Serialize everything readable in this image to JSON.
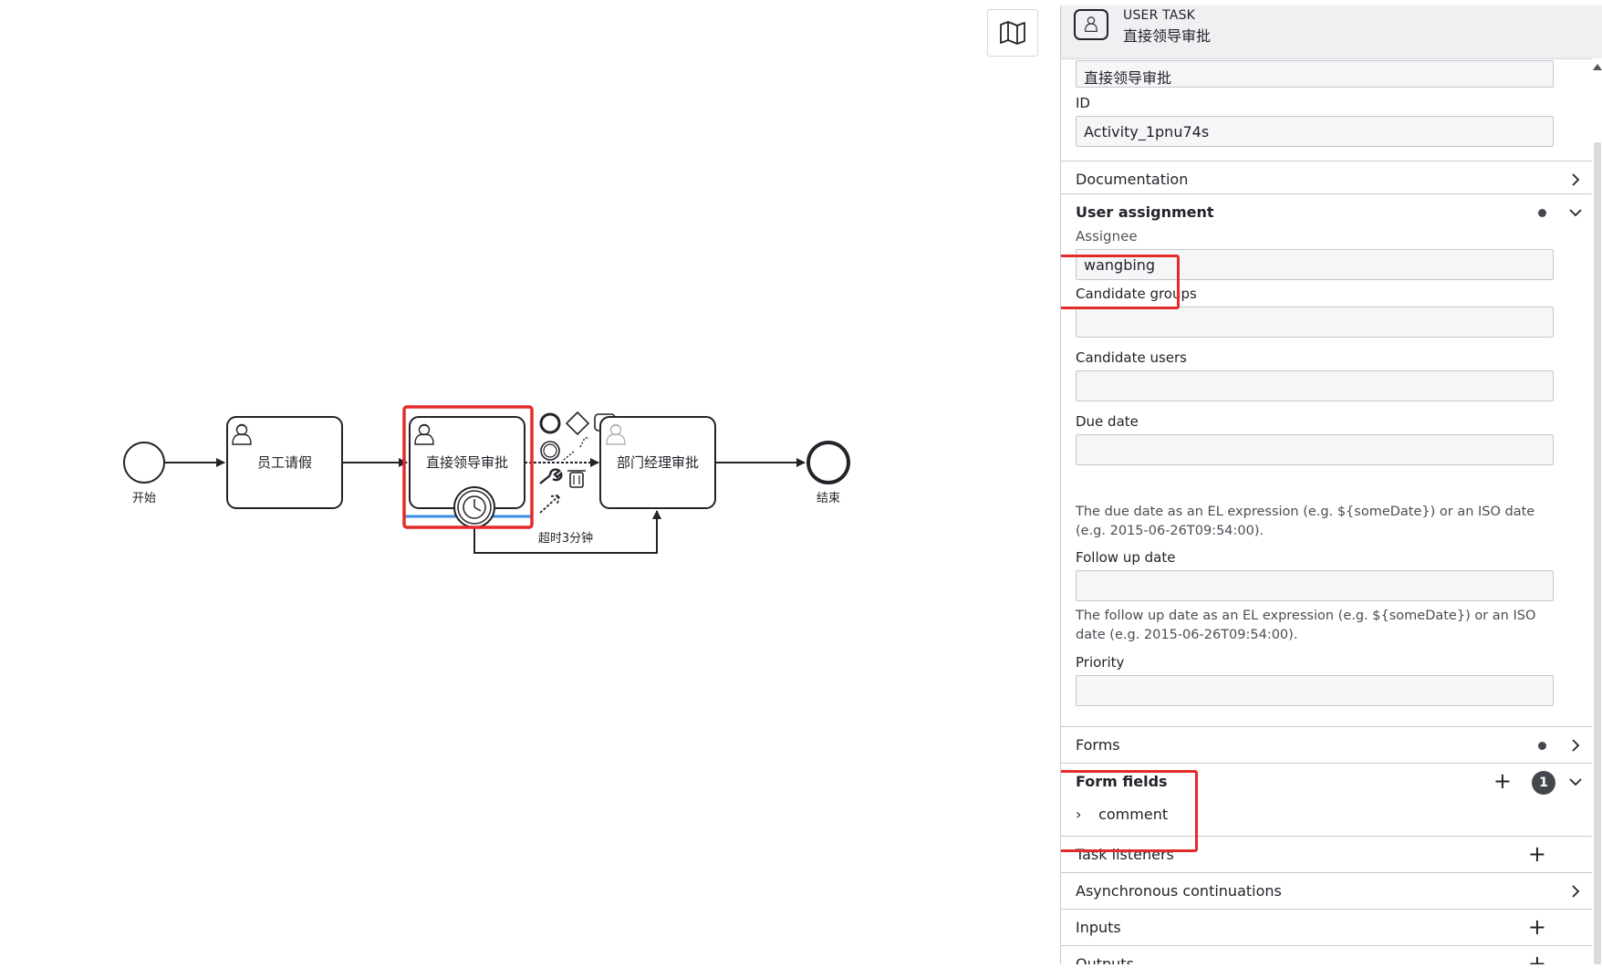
{
  "diagram": {
    "start_label": "开始",
    "end_label": "结束",
    "task1_label": "员工请假",
    "task2_label": "直接领导审批",
    "task3_label": "部门经理审批",
    "timer_flow_label": "超时3分钟"
  },
  "panel": {
    "header_type": "USER TASK",
    "header_name": "直接领导审批",
    "name_value": "直接领导审批",
    "id_label": "ID",
    "id_value": "Activity_1pnu74s",
    "documentation": "Documentation",
    "user_assignment": "User assignment",
    "assignee_label": "Assignee",
    "assignee_value": "wangbing",
    "candidate_groups_label": "Candidate groups",
    "candidate_users_label": "Candidate users",
    "due_date_label": "Due date",
    "due_date_desc": "The due date as an EL expression (e.g. ${someDate}) or an ISO date (e.g. 2015-06-26T09:54:00).",
    "follow_up_label": "Follow up date",
    "follow_up_desc": "The follow up date as an EL expression (e.g. ${someDate}) or an ISO date (e.g. 2015-06-26T09:54:00).",
    "priority_label": "Priority",
    "forms": "Forms",
    "form_fields": "Form fields",
    "form_fields_count": "1",
    "form_field_item": "comment",
    "task_listeners": "Task listeners",
    "async": "Asynchronous continuations",
    "inputs": "Inputs",
    "outputs": "Outputs"
  },
  "colors": {
    "highlight": "#e52a2a",
    "selection": "#3a8ee6",
    "panel_header_bg": "#eff0f2"
  },
  "icons": [
    "map-icon",
    "user-task-icon",
    "timer-icon",
    "chevron-right-icon",
    "chevron-down-icon",
    "plus-icon",
    "wrench-icon",
    "trash-icon",
    "arrow-icon"
  ]
}
